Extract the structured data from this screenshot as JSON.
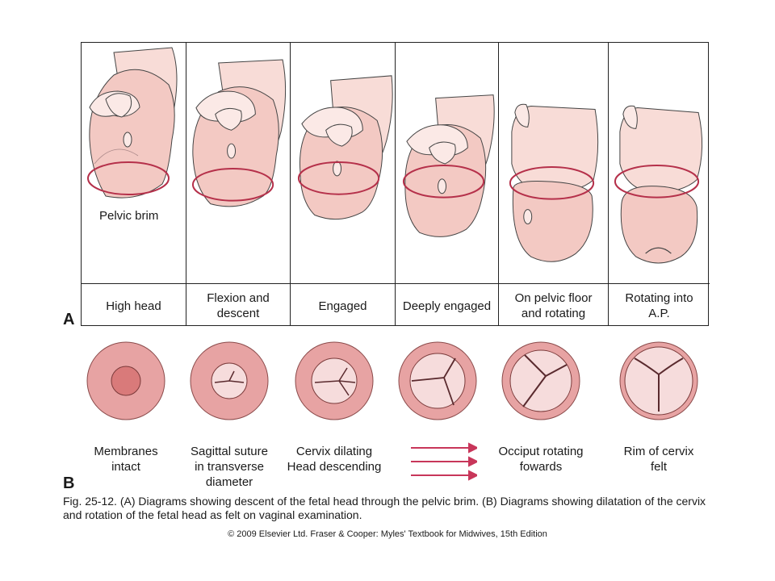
{
  "panel_a": {
    "letter": "A",
    "brim_label": "Pelvic brim",
    "stages": [
      {
        "label": "High head"
      },
      {
        "label": "Flexion and\ndescent"
      },
      {
        "label": "Engaged"
      },
      {
        "label": "Deeply engaged"
      },
      {
        "label": "On pelvic floor\nand rotating"
      },
      {
        "label": "Rotating into\nA.P."
      }
    ]
  },
  "panel_b": {
    "letter": "B",
    "stages": [
      {
        "label": "Membranes\nintact"
      },
      {
        "label": "Sagittal suture\nin transverse\ndiameter"
      },
      {
        "label": "Cervix dilating\nHead descending"
      },
      {
        "label": ""
      },
      {
        "label": "Occiput rotating\nfowards"
      },
      {
        "label": "Rim of cervix\nfelt"
      }
    ]
  },
  "caption": "Fig. 25-12. (A) Diagrams showing descent of the fetal head through the pelvic brim. (B) Diagrams showing dilatation of the cervix and rotation of the fetal head as felt on vaginal examination.",
  "copyright": "© 2009 Elsevier Ltd. Fraser & Cooper: Myles' Textbook for Midwives, 15th Edition",
  "colors": {
    "skin_light": "#fbe9e6",
    "skin_mid": "#f3c9c3",
    "skin_dark": "#e3a4a0",
    "brim": "#b5304a",
    "cervix_outer": "#e7a3a3",
    "cervix_inner": "#f6dcdc",
    "suture": "#5a2a2e",
    "arrow": "#c8365a"
  }
}
